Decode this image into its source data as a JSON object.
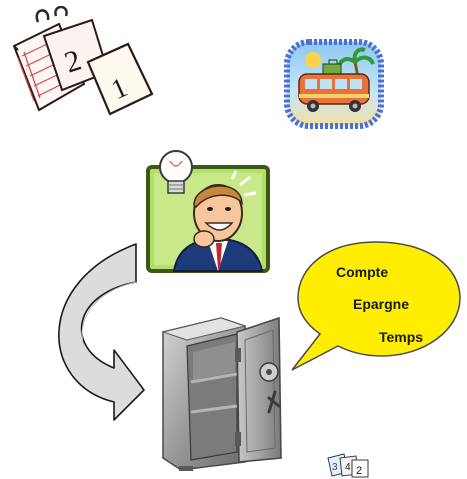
{
  "bubble": {
    "line1": "Compte",
    "line2": "Epargne",
    "line3": "Temps"
  },
  "calendar_icon": {
    "page_front": "1",
    "page_back": "2"
  },
  "small_calendar_icon": {
    "digits": [
      "3",
      "4",
      "2"
    ]
  },
  "icons": [
    "calendar-pages-icon",
    "holiday-bus-icon",
    "idea-man-lightbulb-icon",
    "curved-arrow-icon",
    "open-safe-icon",
    "speech-bubble-icon",
    "small-calendar-icon"
  ],
  "colors": {
    "bubble_fill": "#ffee00",
    "bubble_stroke": "#4a4a4a",
    "safe_gray": "#9a9a9a",
    "idea_frame_green": "#6fbf2a",
    "bus_frame_blue": "#4b6fd8",
    "arrow_fill": "#d9d9d9"
  }
}
